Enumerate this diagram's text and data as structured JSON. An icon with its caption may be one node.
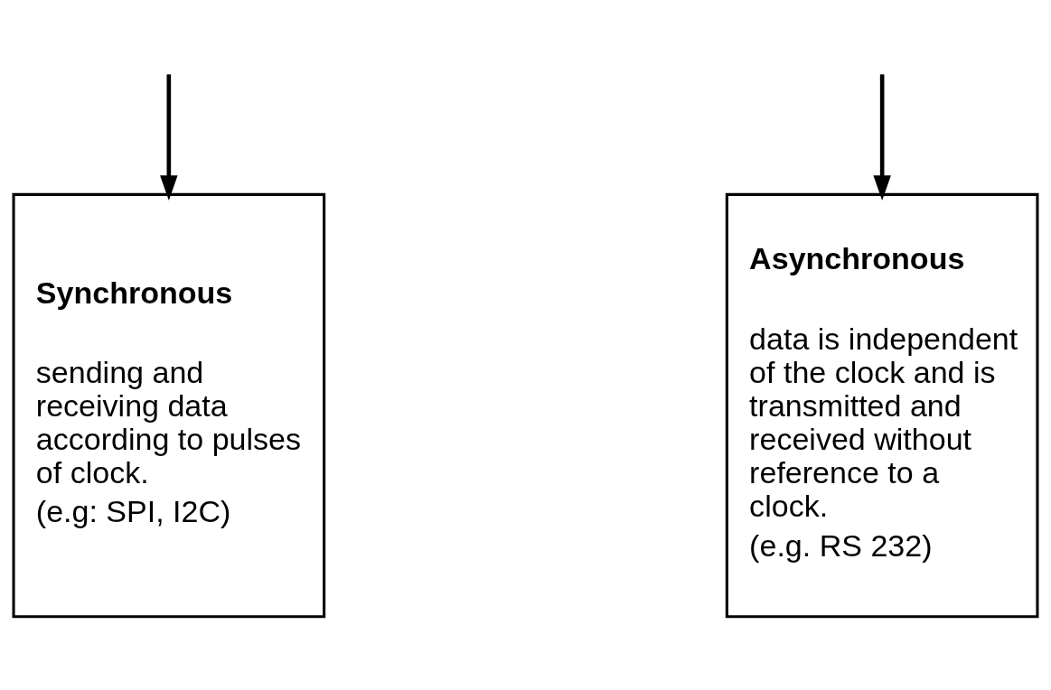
{
  "diagram": {
    "nodes": [
      {
        "text": [
          "Synchronous",
          "sending and receiving data according to pulses of clock.",
          "(e.g: SPI, I2C)"
        ]
      },
      {
        "text": [
          "Asynchronous",
          "data is independent of the clock and is transmitted and received without reference to a clock.",
          "(e.g. RS 232)"
        ]
      }
    ],
    "edges": [
      {
        "from": null,
        "to": 0,
        "arrow": "to"
      },
      {
        "from": null,
        "to": 1,
        "arrow": "to"
      }
    ]
  }
}
